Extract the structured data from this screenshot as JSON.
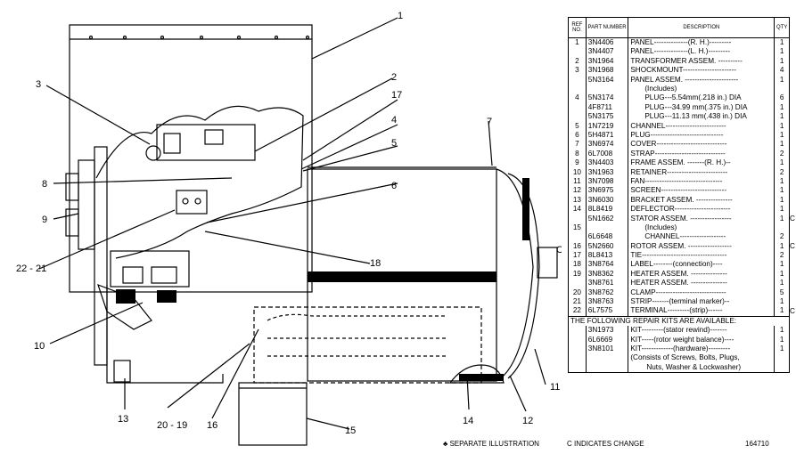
{
  "callouts": {
    "c1": "1",
    "c2": "2",
    "c3": "3",
    "c4": "4",
    "c5": "5",
    "c6": "6",
    "c7": "7",
    "c8": "8",
    "c9": "9",
    "c10": "10",
    "c11": "11",
    "c12": "12",
    "c13": "13",
    "c14": "14",
    "c15": "15",
    "c16": "16",
    "c17": "17",
    "c18": "18",
    "c19": "20 - 19",
    "c21": "22 - 21",
    "cC": "C"
  },
  "table": {
    "headers": {
      "ref": "REF NO.",
      "part": "PART NUMBER",
      "desc": "DESCRIPTION",
      "qty": "QTY"
    },
    "rows": [
      {
        "ref": "1",
        "part": "3N4406",
        "desc": "PANEL--------------(R. H.)---------",
        "qty": "1",
        "note": ""
      },
      {
        "ref": "",
        "part": "3N4407",
        "desc": "PANEL--------------(L. H.)---------",
        "qty": "1",
        "note": ""
      },
      {
        "ref": "2",
        "part": "3N1964",
        "desc": "TRANSFORMER ASSEM. ----------",
        "qty": "1",
        "note": ""
      },
      {
        "ref": "3",
        "part": "3N1968",
        "desc": "SHOCKMOUNT----------------------",
        "qty": "4",
        "note": ""
      },
      {
        "ref": "",
        "part": "5N3164",
        "desc": "PANEL ASSEM. ----------------------",
        "qty": "1",
        "note": ""
      },
      {
        "ref": "",
        "part": "",
        "desc": "(Includes)",
        "qty": "",
        "note": "",
        "indent": true
      },
      {
        "ref": "4",
        "part": "5N3174",
        "desc": "PLUG---5.54mm(.218 in.) DIA",
        "qty": "6",
        "note": "",
        "indent": true
      },
      {
        "ref": "",
        "part": "4F8711",
        "desc": "PLUG---34.99 mm(.375 in.) DIA",
        "qty": "1",
        "note": "",
        "indent": true
      },
      {
        "ref": "",
        "part": "5N3175",
        "desc": "PLUG---11.13 mm(.438 in.) DIA",
        "qty": "1",
        "note": "",
        "indent": true
      },
      {
        "ref": "5",
        "part": "1N7219",
        "desc": "CHANNEL-------------------------",
        "qty": "1",
        "note": ""
      },
      {
        "ref": "6",
        "part": "5H4871",
        "desc": "PLUG------------------------------",
        "qty": "1",
        "note": ""
      },
      {
        "ref": "7",
        "part": "3N6974",
        "desc": "COVER-----------------------------",
        "qty": "1",
        "note": ""
      },
      {
        "ref": "8",
        "part": "6L7008",
        "desc": "STRAP-----------------------------",
        "qty": "2",
        "note": ""
      },
      {
        "ref": "9",
        "part": "3N4403",
        "desc": "FRAME ASSEM. -------(R. H.)--",
        "qty": "1",
        "note": ""
      },
      {
        "ref": "10",
        "part": "3N1963",
        "desc": "RETAINER-------------------------",
        "qty": "2",
        "note": ""
      },
      {
        "ref": "11",
        "part": "3N7098",
        "desc": "FAN--------------------------------",
        "qty": "1",
        "note": ""
      },
      {
        "ref": "12",
        "part": "3N6975",
        "desc": "SCREEN---------------------------",
        "qty": "1",
        "note": ""
      },
      {
        "ref": "13",
        "part": "3N6030",
        "desc": "BRACKET ASSEM. ---------------",
        "qty": "1",
        "note": ""
      },
      {
        "ref": "14",
        "part": "8L8419",
        "desc": "DEFLECTOR-----------------------",
        "qty": "1",
        "note": ""
      },
      {
        "ref": "",
        "part": "5N1662",
        "desc": "STATOR ASSEM. -----------------",
        "qty": "1",
        "note": "C"
      },
      {
        "ref": "15",
        "part": "",
        "desc": "(Includes)",
        "qty": "",
        "note": "",
        "indent": true
      },
      {
        "ref": "",
        "part": "6L6648",
        "desc": "CHANNEL-------------------",
        "qty": "2",
        "note": "",
        "indent": true
      },
      {
        "ref": "16",
        "part": "5N2660",
        "desc": "ROTOR ASSEM. ------------------",
        "qty": "1",
        "note": "C"
      },
      {
        "ref": "17",
        "part": "8L8413",
        "desc": "TIE-----------------------------------",
        "qty": "2",
        "note": ""
      },
      {
        "ref": "18",
        "part": "3N8764",
        "desc": "LABEL--------(connection)----",
        "qty": "1",
        "note": ""
      },
      {
        "ref": "19",
        "part": "3N8362",
        "desc": "HEATER ASSEM. ---------------",
        "qty": "1",
        "note": ""
      },
      {
        "ref": "",
        "part": "3N8761",
        "desc": "HEATER ASSEM. ---------------",
        "qty": "1",
        "note": ""
      },
      {
        "ref": "20",
        "part": "3N8762",
        "desc": "CLAMP-----------------------------",
        "qty": "5",
        "note": ""
      },
      {
        "ref": "21",
        "part": "3N8763",
        "desc": "STRIP-------(terminal marker)--",
        "qty": "1",
        "note": ""
      },
      {
        "ref": "22",
        "part": "6L7575",
        "desc": "TERMINAL---------(strip)------",
        "qty": "1",
        "note": "C"
      }
    ],
    "kits_heading": "THE FOLLOWING REPAIR KITS ARE AVAILABLE:",
    "kits": [
      {
        "part": "3N1973",
        "desc": "KIT---------(stator rewind)-------",
        "qty": "1"
      },
      {
        "part": "6L6669",
        "desc": "KIT-----(rotor weight balance)----",
        "qty": "1"
      },
      {
        "part": "3N8101",
        "desc": "KIT-------------(hardware)---------",
        "qty": "1"
      }
    ],
    "kit_note_1": "(Consists of Screws, Bolts, Plugs,",
    "kit_note_2": "Nuts, Washer & Lockwasher)"
  },
  "footer": {
    "separate": "♣ SEPARATE ILLUSTRATION",
    "change": "C INDICATES CHANGE",
    "number": "164710"
  }
}
